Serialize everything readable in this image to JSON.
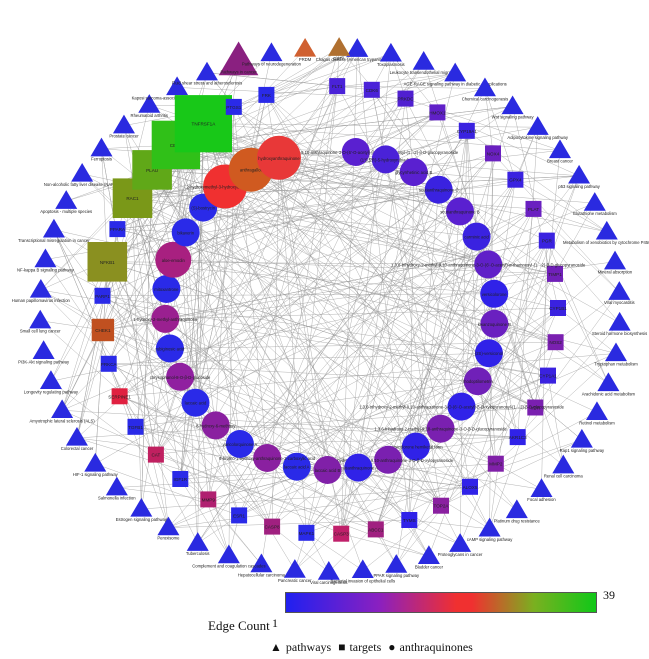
{
  "legend": {
    "title": "Edge Count",
    "min": "1",
    "max": "39",
    "keys": [
      "pathways",
      "targets",
      "anthraquinones"
    ],
    "gradient": [
      "#2020f0",
      "#8a20c0",
      "#f03030",
      "#7ab020",
      "#10c818"
    ]
  },
  "nodes": [
    {
      "label": "Chagas disease (American trypanosomiasis)",
      "kind": "pathway",
      "color": "#2a2ae0",
      "size": 1
    },
    {
      "label": "Toxoplasmosis",
      "kind": "pathway",
      "color": "#2a2ae0",
      "size": 1
    },
    {
      "label": "Leukocyte transendothelial migration",
      "kind": "pathway",
      "color": "#2a2ae0",
      "size": 1
    },
    {
      "label": "AGE-RAGE signaling pathway in diabetic complications",
      "kind": "pathway",
      "color": "#2a2ae0",
      "size": 1
    },
    {
      "label": "Chemical carcinogenesis",
      "kind": "pathway",
      "color": "#2a2ae0",
      "size": 1
    },
    {
      "label": "Wnt signaling pathway",
      "kind": "pathway",
      "color": "#2a2ae0",
      "size": 1
    },
    {
      "label": "Adipocytokine signaling pathway",
      "kind": "pathway",
      "color": "#2a2ae0",
      "size": 1
    },
    {
      "label": "Breast cancer",
      "kind": "pathway",
      "color": "#2a2ae0",
      "size": 1
    },
    {
      "label": "p53 signaling pathway",
      "kind": "pathway",
      "color": "#2a2ae0",
      "size": 1
    },
    {
      "label": "Glutathione metabolism",
      "kind": "pathway",
      "color": "#2a2ae0",
      "size": 1
    },
    {
      "label": "Metabolism of xenobiotics by cytochrome P450",
      "kind": "pathway",
      "color": "#2a2ae0",
      "size": 1
    },
    {
      "label": "Mineral absorption",
      "kind": "pathway",
      "color": "#2a2ae0",
      "size": 1
    },
    {
      "label": "Viral myocarditis",
      "kind": "pathway",
      "color": "#2a2ae0",
      "size": 1
    },
    {
      "label": "Steroid hormone biosynthesis",
      "kind": "pathway",
      "color": "#2a2ae0",
      "size": 1
    },
    {
      "label": "Tryptophan metabolism",
      "kind": "pathway",
      "color": "#2a2ae0",
      "size": 1
    },
    {
      "label": "Arachidonic acid metabolism",
      "kind": "pathway",
      "color": "#2a2ae0",
      "size": 1
    },
    {
      "label": "Retinol metabolism",
      "kind": "pathway",
      "color": "#2a2ae0",
      "size": 1
    },
    {
      "label": "Rap1 signaling pathway",
      "kind": "pathway",
      "color": "#2a2ae0",
      "size": 1
    },
    {
      "label": "Renal cell carcinoma",
      "kind": "pathway",
      "color": "#2a2ae0",
      "size": 1
    },
    {
      "label": "Focal adhesion",
      "kind": "pathway",
      "color": "#2a2ae0",
      "size": 1
    },
    {
      "label": "Platinum drug resistance",
      "kind": "pathway",
      "color": "#2a2ae0",
      "size": 1
    },
    {
      "label": "cAMP signaling pathway",
      "kind": "pathway",
      "color": "#2a2ae0",
      "size": 1
    },
    {
      "label": "Proteoglycans in cancer",
      "kind": "pathway",
      "color": "#2a2ae0",
      "size": 1
    },
    {
      "label": "Bladder cancer",
      "kind": "pathway",
      "color": "#2a2ae0",
      "size": 1
    },
    {
      "label": "PPAR signaling pathway",
      "kind": "pathway",
      "color": "#2a2ae0",
      "size": 1
    },
    {
      "label": "Bacterial invasion of epithelial cells",
      "kind": "pathway",
      "color": "#2a2ae0",
      "size": 1
    },
    {
      "label": "Viral carcinogenesis",
      "kind": "pathway",
      "color": "#2a2ae0",
      "size": 1
    },
    {
      "label": "Pancreatic cancer",
      "kind": "pathway",
      "color": "#2a2ae0",
      "size": 1
    },
    {
      "label": "Hepatocellular carcinoma",
      "kind": "pathway",
      "color": "#2a2ae0",
      "size": 1
    },
    {
      "label": "Complement and coagulation cascades",
      "kind": "pathway",
      "color": "#2a2ae0",
      "size": 1
    },
    {
      "label": "Tuberculosis",
      "kind": "pathway",
      "color": "#2a2ae0",
      "size": 1
    },
    {
      "label": "Peroxisome",
      "kind": "pathway",
      "color": "#2a2ae0",
      "size": 1
    },
    {
      "label": "Estrogen signaling pathway",
      "kind": "pathway",
      "color": "#2a2ae0",
      "size": 1
    },
    {
      "label": "Salmonella infection",
      "kind": "pathway",
      "color": "#2a2ae0",
      "size": 1
    },
    {
      "label": "HIF-1 signaling pathway",
      "kind": "pathway",
      "color": "#2a2ae0",
      "size": 1
    },
    {
      "label": "Colorectal cancer",
      "kind": "pathway",
      "color": "#2a2ae0",
      "size": 1
    },
    {
      "label": "Amyotrophic lateral sclerosis (ALS)",
      "kind": "pathway",
      "color": "#2a2ae0",
      "size": 1
    },
    {
      "label": "Longevity regulating pathway",
      "kind": "pathway",
      "color": "#2a2ae0",
      "size": 1
    },
    {
      "label": "PI3K-Akt signaling pathway",
      "kind": "pathway",
      "color": "#2a2ae0",
      "size": 1
    },
    {
      "label": "Small cell lung cancer",
      "kind": "pathway",
      "color": "#2a2ae0",
      "size": 1
    },
    {
      "label": "Human papillomavirus infection",
      "kind": "pathway",
      "color": "#2a2ae0",
      "size": 1
    },
    {
      "label": "NF-kappa B signaling pathway",
      "kind": "pathway",
      "color": "#2a2ae0",
      "size": 1
    },
    {
      "label": "Transcriptional misregulation in cancer",
      "kind": "pathway",
      "color": "#2a2ae0",
      "size": 1
    },
    {
      "label": "Apoptosis - multiple species",
      "kind": "pathway",
      "color": "#2a2ae0",
      "size": 1
    },
    {
      "label": "Non-alcoholic fatty liver disease (NAFLD)",
      "kind": "pathway",
      "color": "#2a2ae0",
      "size": 1
    },
    {
      "label": "Ferroptosis",
      "kind": "pathway",
      "color": "#2a2ae0",
      "size": 1
    },
    {
      "label": "Prostate cancer",
      "kind": "pathway",
      "color": "#2a2ae0",
      "size": 1
    },
    {
      "label": "Rheumatoid arthritis",
      "kind": "pathway",
      "color": "#2a2ae0",
      "size": 1
    },
    {
      "label": "Kaposi sarcoma-associated herpesvirus infection",
      "kind": "pathway",
      "color": "#2a2ae0",
      "size": 1
    },
    {
      "label": "Fluid shear stress and atherosclerosis",
      "kind": "pathway",
      "color": "#2a2ae0",
      "size": 1
    },
    {
      "label": "Pathways in cancer",
      "kind": "pathway",
      "color": "#8a2080",
      "size": 3
    },
    {
      "label": "Pathways of neurodegeneration",
      "kind": "pathway",
      "color": "#2a2ae0",
      "size": 1
    },
    {
      "label": "FLT1",
      "kind": "target",
      "color": "#4a22d8",
      "size": 1
    },
    {
      "label": "CDK6",
      "kind": "target",
      "color": "#4a22d8",
      "size": 1
    },
    {
      "label": "PRKDC",
      "kind": "target",
      "color": "#5020d0",
      "size": 1
    },
    {
      "label": "HMOX1",
      "kind": "target",
      "color": "#6020c8",
      "size": 1
    },
    {
      "label": "CYP19A1",
      "kind": "target",
      "color": "#3a22e0",
      "size": 1
    },
    {
      "label": "NOX4",
      "kind": "target",
      "color": "#6a20c0",
      "size": 1
    },
    {
      "label": "GPX4",
      "kind": "target",
      "color": "#3a22e0",
      "size": 1
    },
    {
      "label": "PLAT",
      "kind": "target",
      "color": "#6a20c0",
      "size": 1
    },
    {
      "label": "PGR",
      "kind": "target",
      "color": "#3a22e0",
      "size": 1
    },
    {
      "label": "TIMP1",
      "kind": "target",
      "color": "#7020b8",
      "size": 1
    },
    {
      "label": "CYP1B1",
      "kind": "target",
      "color": "#3a22e0",
      "size": 1
    },
    {
      "label": "NOS2",
      "kind": "target",
      "color": "#7a20b0",
      "size": 1
    },
    {
      "label": "CYP1A1",
      "kind": "target",
      "color": "#3a22e0",
      "size": 1
    },
    {
      "label": "VDR",
      "kind": "target",
      "color": "#7a20b0",
      "size": 1
    },
    {
      "label": "AKR1C3",
      "kind": "target",
      "color": "#3022e8",
      "size": 1
    },
    {
      "label": "MMP2",
      "kind": "target",
      "color": "#8020a8",
      "size": 1
    },
    {
      "label": "ALOX5",
      "kind": "target",
      "color": "#3022e8",
      "size": 1
    },
    {
      "label": "TOP2A",
      "kind": "target",
      "color": "#8a20a0",
      "size": 1
    },
    {
      "label": "TYMS",
      "kind": "target",
      "color": "#3022e8",
      "size": 1
    },
    {
      "label": "ABCC1",
      "kind": "target",
      "color": "#a02080",
      "size": 1
    },
    {
      "label": "CASP3",
      "kind": "target",
      "color": "#c0206a",
      "size": 1
    },
    {
      "label": "MAPK1",
      "kind": "target",
      "color": "#2a2ae8",
      "size": 1
    },
    {
      "label": "CASP8",
      "kind": "target",
      "color": "#a02080",
      "size": 1
    },
    {
      "label": "ESR1",
      "kind": "target",
      "color": "#2a2ae8",
      "size": 1
    },
    {
      "label": "MMP9",
      "kind": "target",
      "color": "#b02070",
      "size": 1
    },
    {
      "label": "IGF1R",
      "kind": "target",
      "color": "#2a2ae8",
      "size": 1
    },
    {
      "label": "CAT",
      "kind": "target",
      "color": "#c02060",
      "size": 1
    },
    {
      "label": "TGFB1",
      "kind": "target",
      "color": "#2a2ae8",
      "size": 1
    },
    {
      "label": "SERPINE1",
      "kind": "target",
      "color": "#e02040",
      "size": 1
    },
    {
      "label": "PRKCA",
      "kind": "target",
      "color": "#2a2ae8",
      "size": 1
    },
    {
      "label": "CHEK1",
      "kind": "target",
      "color": "#c05020",
      "size": 2
    },
    {
      "label": "PARP1",
      "kind": "target",
      "color": "#2a2ae8",
      "size": 1
    },
    {
      "label": "NFKB1",
      "kind": "target",
      "color": "#8a9020",
      "size": 3
    },
    {
      "label": "PPARA",
      "kind": "target",
      "color": "#2a2ae8",
      "size": 1
    },
    {
      "label": "RAC1",
      "kind": "target",
      "color": "#7a9818",
      "size": 3
    },
    {
      "label": "PLAU",
      "kind": "target",
      "color": "#60a818",
      "size": 3
    },
    {
      "label": "CBR1",
      "kind": "target",
      "color": "#30c018",
      "size": 4
    },
    {
      "label": "TNFRSF1A",
      "kind": "target",
      "color": "#18c818",
      "size": 5
    },
    {
      "label": "1,3,6-trihydroxy-2-methyl-9,10-anthraquinone-3-O-(6'-O-acetyl)-β-D-xylopyranosyl-(1→2)-β-D-glucopyranoside",
      "kind": "anthraquinone",
      "color": "#5a20d0",
      "size": 2
    },
    {
      "label": "(1'S,5'R)-5-hydroxyrubiadin",
      "kind": "anthraquinone",
      "color": "#4a22d8",
      "size": 2
    },
    {
      "label": "glycyrrhetinic acid B",
      "kind": "anthraquinone",
      "color": "#5a20d0",
      "size": 2
    },
    {
      "label": "scutianthraquinone C",
      "kind": "anthraquinone",
      "color": "#3a22e0",
      "size": 2
    },
    {
      "label": "scutianthraquinone B",
      "kind": "anthraquinone",
      "color": "#5a20d0",
      "size": 2
    },
    {
      "label": "carminic acid",
      "kind": "anthraquinone",
      "color": "#3a22e0",
      "size": 2
    },
    {
      "label": "1,3,6-trihydroxy-2-methyl-9,10-anthraquinone-3-O-(6'-O-acetyl)-α-rhamnosyl-(1→2)-β-D-glucopyranoside",
      "kind": "anthraquinone",
      "color": "#6020c8",
      "size": 2
    },
    {
      "label": "versicolorone",
      "kind": "anthraquinone",
      "color": "#3022e8",
      "size": 2
    },
    {
      "label": "kwanzoquinone B",
      "kind": "anthraquinone",
      "color": "#6a20c0",
      "size": 2
    },
    {
      "label": "(2S)-versiconol",
      "kind": "anthraquinone",
      "color": "#3022e8",
      "size": 2
    },
    {
      "label": "rhodoptilometrin",
      "kind": "anthraquinone",
      "color": "#7020b8",
      "size": 2
    },
    {
      "label": "1,3,6-trihydroxy-2-methyl-9,10-anthraquinone-3-O-(6'-O-acetyl)-β-D-xylopyranosyl-(1→2)-β-D-glucopyranoside",
      "kind": "anthraquinone",
      "color": "#3022e8",
      "size": 2
    },
    {
      "label": "1,3,6-trihydroxy-2-methyl-9,10-anthraquinone-3-O-β-D-glucopyranoside",
      "kind": "anthraquinone",
      "color": "#7a20b0",
      "size": 2
    },
    {
      "label": "versicolorone hemiketal form",
      "kind": "anthraquinone",
      "color": "#3022e8",
      "size": 2
    },
    {
      "label": "1,3,6-trihydroxy-2-methyl-9,10-anthraquinone-3-O-β-D-xylopyranoside",
      "kind": "anthraquinone",
      "color": "#7a20b0",
      "size": 2
    },
    {
      "label": "scutianthraquinone A",
      "kind": "anthraquinone",
      "color": "#3022e8",
      "size": 2
    },
    {
      "label": "laccaic acid B",
      "kind": "anthraquinone",
      "color": "#8020a8",
      "size": 2
    },
    {
      "label": "laccaic acid A",
      "kind": "anthraquinone",
      "color": "#2a2ae8",
      "size": 2
    },
    {
      "label": "6-bromo-1-hydroxy-anthraquinone-2-carboxylic acid",
      "kind": "anthraquinone",
      "color": "#8a20a0",
      "size": 2
    },
    {
      "label": "varicolorquinone A",
      "kind": "anthraquinone",
      "color": "#2a2ae8",
      "size": 2
    },
    {
      "label": "8-hydroxy-6-methoxy",
      "kind": "anthraquinone",
      "color": "#8a20a0",
      "size": 2
    },
    {
      "label": "laccaic acid",
      "kind": "anthraquinone",
      "color": "#2a2ae8",
      "size": 2
    },
    {
      "label": "chrysophanol-8-O-β-D-glucoside",
      "kind": "anthraquinone",
      "color": "#9020a0",
      "size": 2
    },
    {
      "label": "rubiginosic acid",
      "kind": "anthraquinone",
      "color": "#2a2ae8",
      "size": 2
    },
    {
      "label": "1-hydroxy-2-methyl-anthraquinone",
      "kind": "anthraquinone",
      "color": "#9a2090",
      "size": 2
    },
    {
      "label": "mitoxantrone",
      "kind": "anthraquinone",
      "color": "#2a2ae8",
      "size": 2
    },
    {
      "label": "aloe-emodin",
      "kind": "anthraquinone",
      "color": "#a82080",
      "size": 3
    },
    {
      "label": "bikaverin",
      "kind": "anthraquinone",
      "color": "#2a2ae8",
      "size": 2
    },
    {
      "label": "(S)-bostrycin",
      "kind": "anthraquinone",
      "color": "#2a2ae8",
      "size": 2
    },
    {
      "label": "2-hydroxymethyl-3-hydroxyanthraquinone",
      "kind": "anthraquinone",
      "color": "#f03030",
      "size": 4
    },
    {
      "label": "anthragallol",
      "kind": "anthraquinone",
      "color": "#d05a20",
      "size": 4
    },
    {
      "label": "hydroxyanthraquinone",
      "kind": "anthraquinone",
      "color": "#e83838",
      "size": 4
    },
    {
      "label": "PRDM",
      "kind": "pathway",
      "color": "#d06030",
      "size": 1
    },
    {
      "label": "GSTA",
      "kind": "pathway",
      "color": "#b07030",
      "size": 1
    },
    {
      "label": "PTGS1",
      "kind": "target",
      "color": "#2a2ae8",
      "size": 1
    },
    {
      "label": "FRK",
      "kind": "target",
      "color": "#2a2ae8",
      "size": 1
    }
  ]
}
